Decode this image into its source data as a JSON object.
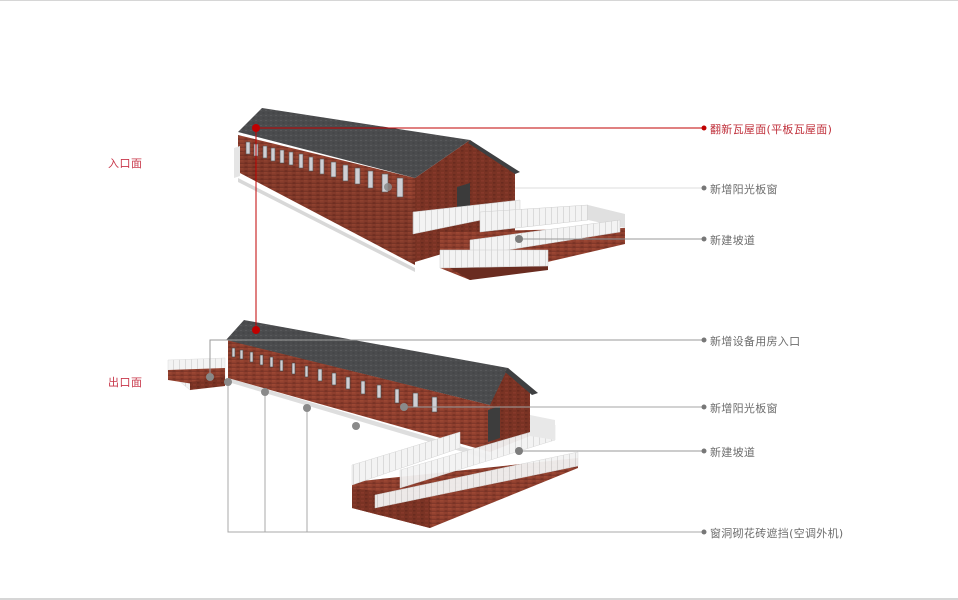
{
  "diagram": {
    "type": "architectural-annotation",
    "views": [
      {
        "id": "entrance",
        "label": "入口面"
      },
      {
        "id": "exit",
        "label": "出口面"
      }
    ],
    "callouts": [
      {
        "id": "roof",
        "label": "翻新瓦屋面(平板瓦屋面)",
        "color": "#c00000",
        "view": "both"
      },
      {
        "id": "entrance-window",
        "label": "新增阳光板窗",
        "color": "#7a7a7a",
        "view": "entrance"
      },
      {
        "id": "entrance-ramp",
        "label": "新建坡道",
        "color": "#7a7a7a",
        "view": "entrance"
      },
      {
        "id": "exit-equipment-entry",
        "label": "新增设备用房入口",
        "color": "#7a7a7a",
        "view": "exit"
      },
      {
        "id": "exit-window",
        "label": "新增阳光板窗",
        "color": "#7a7a7a",
        "view": "exit"
      },
      {
        "id": "exit-ramp",
        "label": "新建坡道",
        "color": "#7a7a7a",
        "view": "exit"
      },
      {
        "id": "exit-screen",
        "label": "窗洞砌花砖遮挡(空调外机)",
        "color": "#7a7a7a",
        "view": "exit"
      }
    ]
  },
  "colors": {
    "accent_red": "#c00000",
    "leader_gray": "#8a8a8a",
    "brick": "#8e3d2c",
    "roof": "#4a4b4d",
    "railing": "#f2f2f2"
  }
}
